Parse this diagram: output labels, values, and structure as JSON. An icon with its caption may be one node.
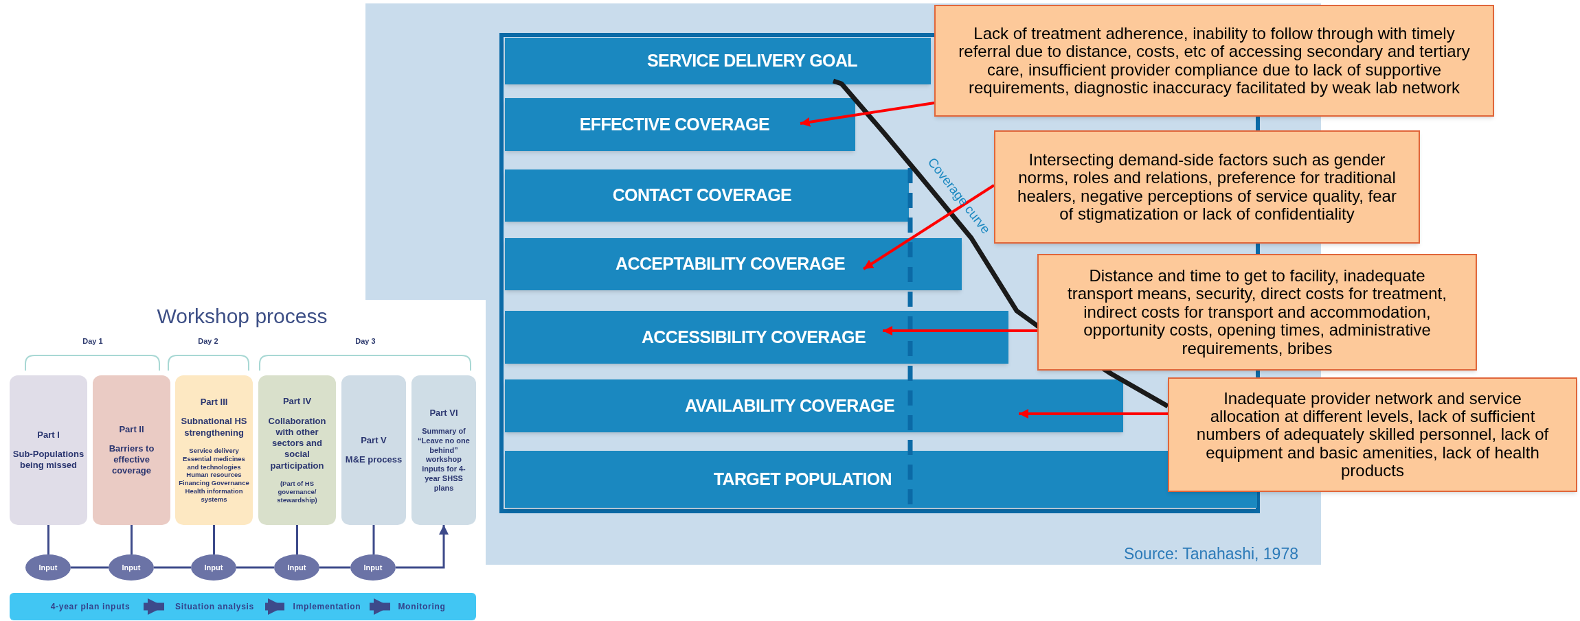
{
  "diagram": {
    "title": "Workshop process",
    "nodes": [
      {
        "text": [
          "Part I",
          "Sub-Populations being missed"
        ]
      },
      {
        "text": [
          "Part II",
          "Barriers to effective coverage"
        ]
      },
      {
        "text": [
          "Part III",
          "Subnational HS strengthening",
          "Service delivery Essential medicines and technologies Human resources Financing Governance Health information systems"
        ]
      },
      {
        "text": [
          "Part IV",
          "Collaboration with other sectors and social participation",
          "(Part of HS governance/ stewardship)"
        ]
      },
      {
        "text": [
          "Part V",
          "M&E process"
        ]
      },
      {
        "text": [
          "Part VI",
          "Summary of “Leave no one behind” workshop inputs for 4-year SHSS plans"
        ]
      },
      {
        "text": [
          "Input"
        ]
      },
      {
        "text": [
          "Input"
        ]
      },
      {
        "text": [
          "Input"
        ]
      },
      {
        "text": [
          "Input"
        ]
      },
      {
        "text": [
          "Input"
        ]
      },
      {
        "text": [],
        "shape": "bar"
      },
      {
        "text": [
          "4-year plan inputs"
        ],
        "in": 11
      },
      {
        "text": [
          "Situation analysis"
        ],
        "in": 11
      },
      {
        "text": [
          "Implementation"
        ],
        "in": 11
      },
      {
        "text": [
          "Monitoring"
        ],
        "in": 11
      },
      {
        "text": [
          "SERVICE DELIVERY GOAL"
        ]
      },
      {
        "text": [
          "EFFECTIVE COVERAGE"
        ]
      },
      {
        "text": [
          "CONTACT COVERAGE"
        ]
      },
      {
        "text": [
          "ACCEPTABILITY COVERAGE"
        ]
      },
      {
        "text": [
          "ACCESSIBILITY COVERAGE"
        ]
      },
      {
        "text": [
          "AVAILABILITY COVERAGE"
        ]
      },
      {
        "text": [
          "TARGET POPULATION"
        ]
      },
      {
        "text": [
          "Lack of treatment adherence, inability to follow through with timely referral due to distance, costs, etc of accessing secondary and tertiary care, insufficient provider compliance due to lack of supportive requirements, diagnostic inaccuracy facilitated by weak lab network"
        ]
      },
      {
        "text": [
          "Intersecting demand-side factors such as gender norms, roles and relations, preference for traditional healers, negative perceptions of service quality, fear of stigmatization or lack of confidentiality"
        ]
      },
      {
        "text": [
          "Distance and time to get to facility, inadequate transport means, security, direct costs for treatment, indirect costs for transport and accommodation, opportunity costs, opening times, administrative requirements, bribes"
        ]
      },
      {
        "text": [
          "Inadequate provider network and service allocation at different levels, lack of sufficient numbers of adequately skilled personnel, lack of equipment and basic amenities, lack of health products"
        ]
      }
    ],
    "edges": [
      {
        "from": 0,
        "to": 6,
        "arrow": "none"
      },
      {
        "from": 1,
        "to": 7,
        "arrow": "none"
      },
      {
        "from": 2,
        "to": 8,
        "arrow": "none"
      },
      {
        "from": 3,
        "to": 9,
        "arrow": "none"
      },
      {
        "from": 4,
        "to": 10,
        "arrow": "none"
      },
      {
        "from": 6,
        "to": 7,
        "arrow": "none"
      },
      {
        "from": 7,
        "to": 8,
        "arrow": "none"
      },
      {
        "from": 8,
        "to": 9,
        "arrow": "none"
      },
      {
        "from": 9,
        "to": 10,
        "arrow": "none"
      },
      {
        "from": 10,
        "to": 5,
        "arrow": "to"
      },
      {
        "from": 12,
        "to": 13,
        "arrow": "to",
        "style": "thick"
      },
      {
        "from": 13,
        "to": 14,
        "arrow": "to",
        "style": "thick"
      },
      {
        "from": 14,
        "to": 15,
        "arrow": "to",
        "style": "thick"
      },
      {
        "from": 23,
        "to": 17,
        "arrow": "to",
        "color": "#ff0000"
      },
      {
        "from": 24,
        "to": 19,
        "arrow": "to",
        "color": "#ff0000"
      },
      {
        "from": 25,
        "to": 20,
        "arrow": "to",
        "color": "#ff0000"
      },
      {
        "from": 26,
        "to": 21,
        "arrow": "to",
        "color": "#ff0000"
      }
    ],
    "labels": [
      "Day 1",
      "Day 2",
      "Day 3",
      "Coverage curve",
      "Source: Tanahashi, 1978"
    ]
  }
}
